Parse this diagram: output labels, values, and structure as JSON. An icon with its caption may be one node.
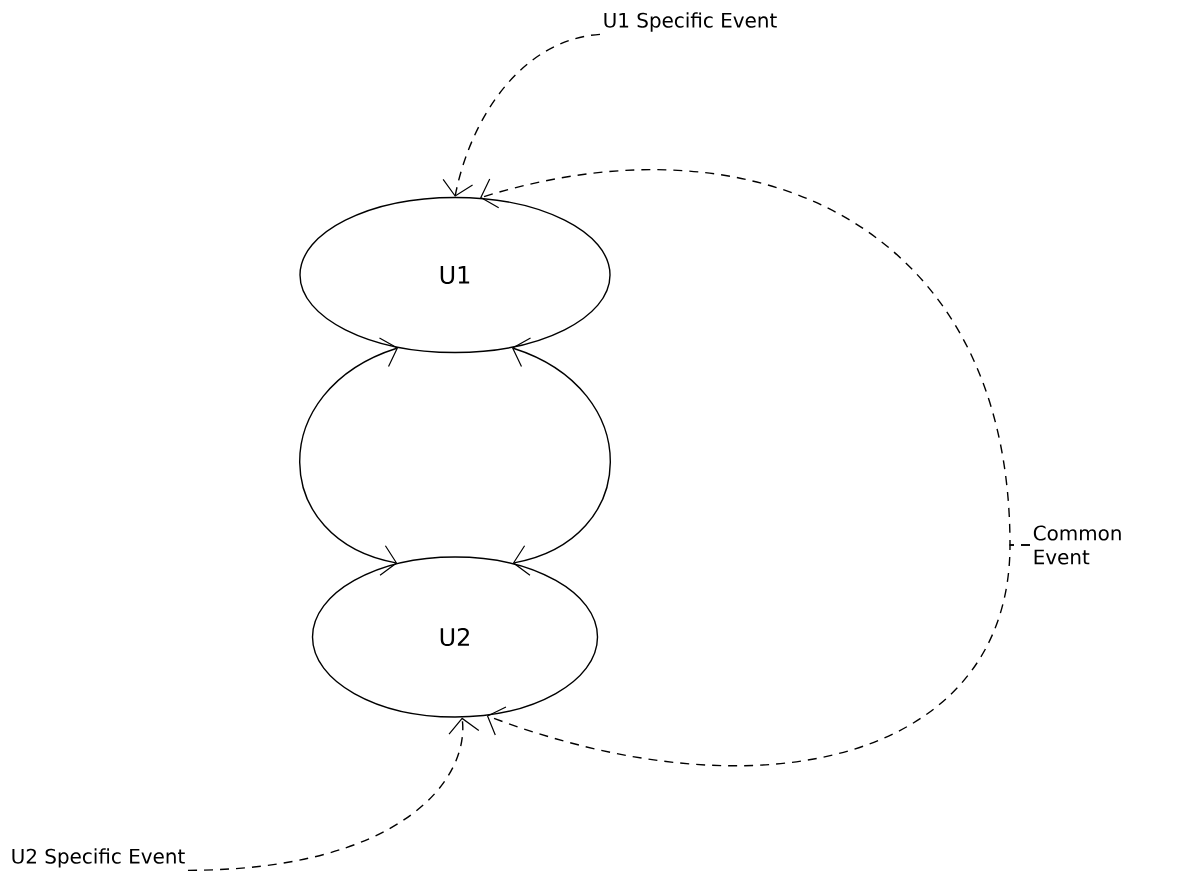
{
  "diagram": {
    "nodes": [
      {
        "text": [
          "U1"
        ]
      },
      {
        "text": [
          "U2"
        ]
      },
      {
        "text": [
          "U1 Specific Event"
        ]
      },
      {
        "text": [
          "U2 Specific Event"
        ]
      },
      {
        "text": [
          "Common Event"
        ]
      }
    ],
    "edges": [
      {
        "from": 2,
        "to": 0,
        "arrow": "to",
        "style": "dashed"
      },
      {
        "from": 3,
        "to": 1,
        "arrow": "to",
        "style": "dashed"
      },
      {
        "from": 4,
        "to": 0,
        "arrow": "to",
        "style": "dashed"
      },
      {
        "from": 4,
        "to": 1,
        "arrow": "to",
        "style": "dashed"
      },
      {
        "from": 0,
        "to": 1,
        "arrow": "both"
      },
      {
        "from": 0,
        "to": 1,
        "arrow": "both"
      }
    ]
  }
}
